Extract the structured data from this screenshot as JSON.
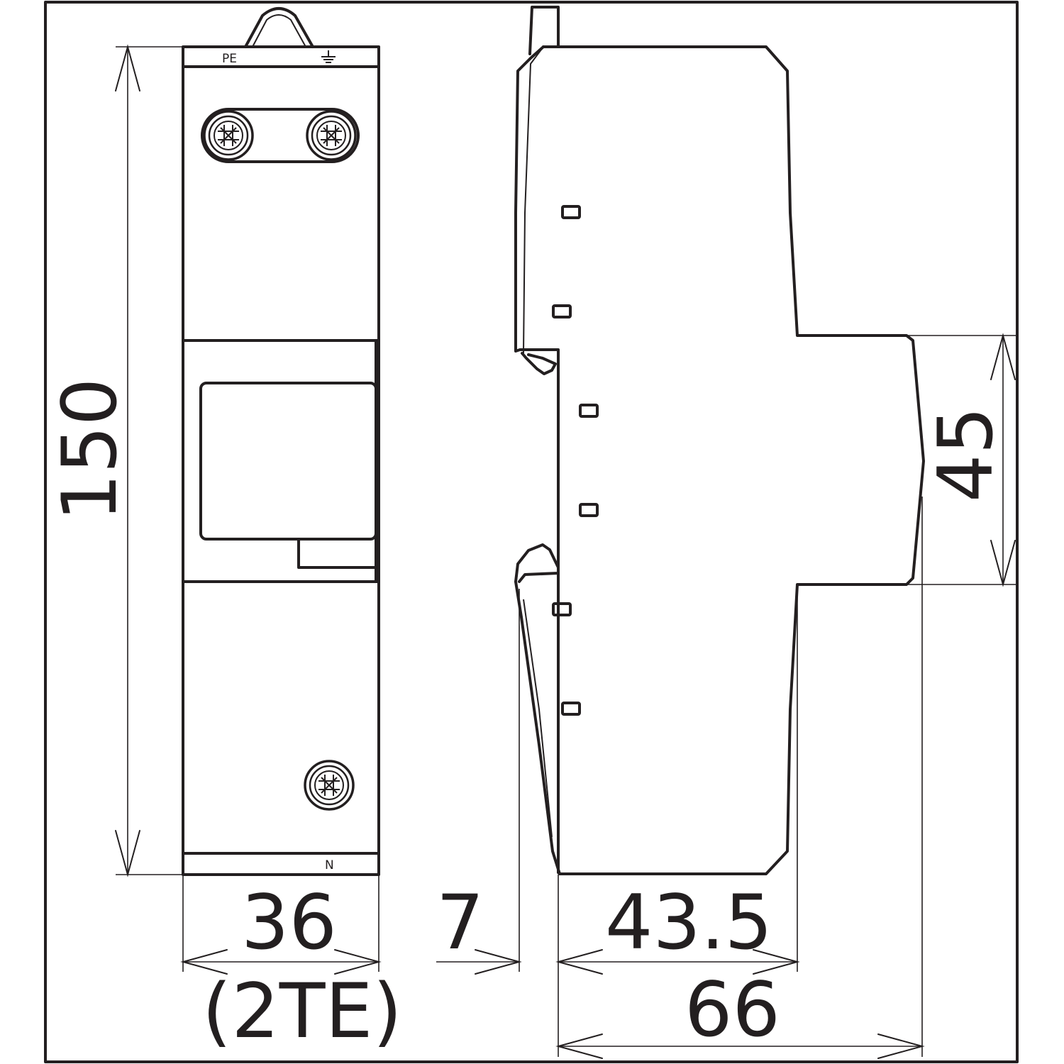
{
  "front_view": {
    "top_label": "PE",
    "bottom_label": "N",
    "ground_icon": "earth-ground-icon"
  },
  "dimensions": {
    "height": "150",
    "width": "36",
    "width_note": "(2TE)",
    "offset": "7",
    "depth_body": "43.5",
    "depth_total": "66",
    "front_height": "45"
  },
  "colors": {
    "line": "#231f20",
    "background": "#ffffff"
  }
}
